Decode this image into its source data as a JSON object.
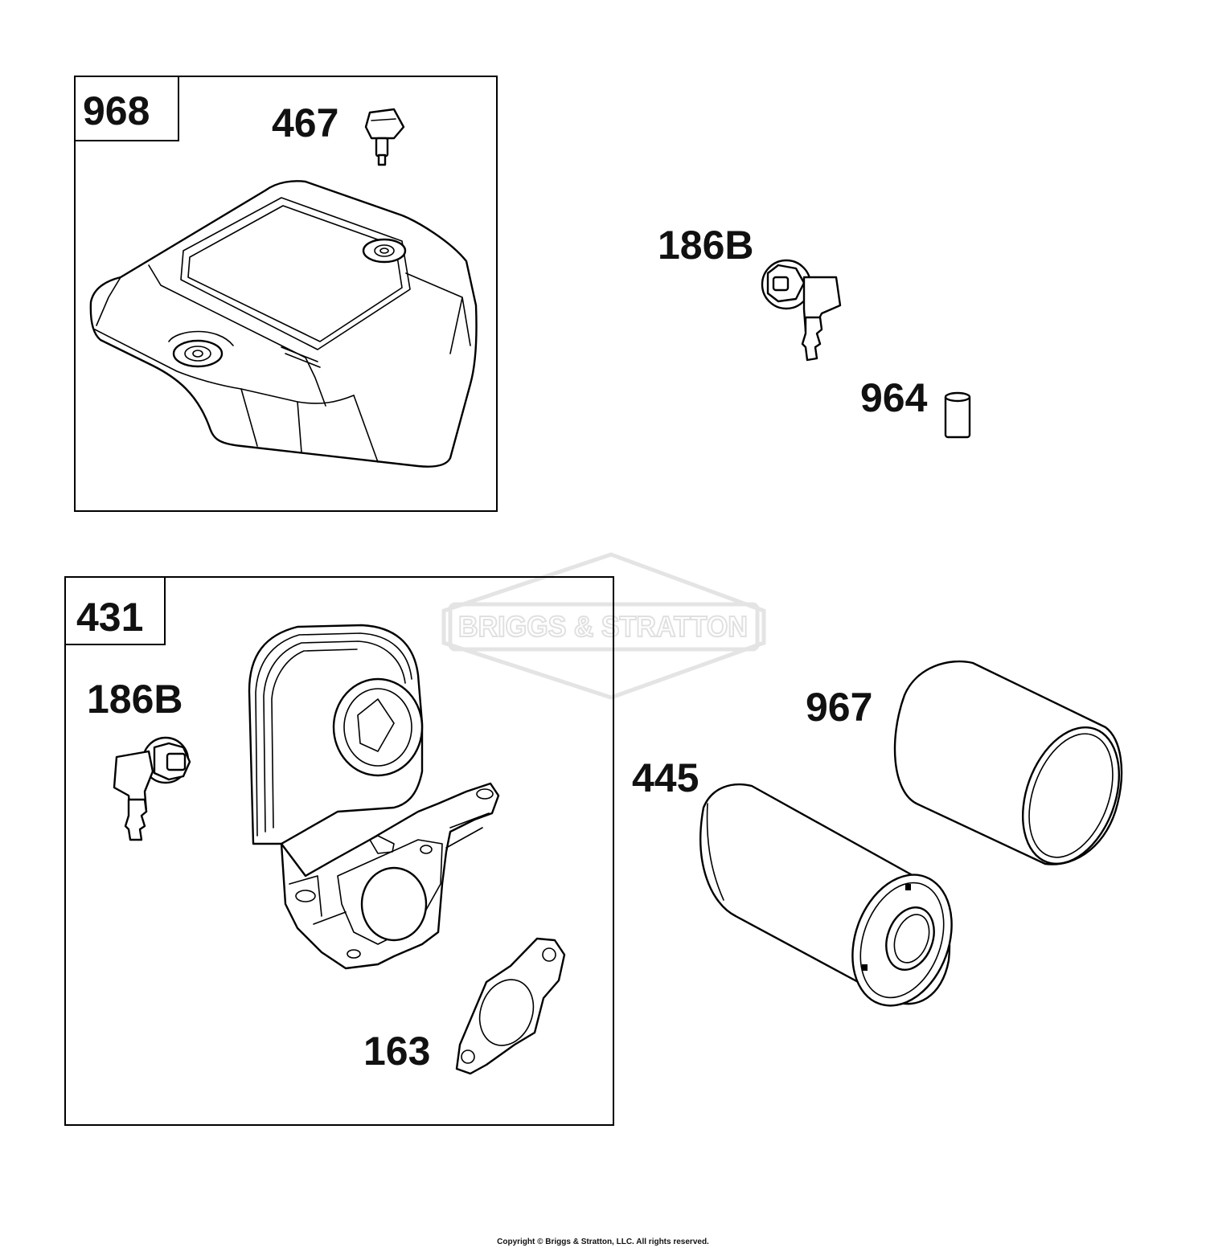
{
  "diagram": {
    "kits": [
      {
        "id": "kit-968",
        "label": "968"
      },
      {
        "id": "kit-431",
        "label": "431"
      }
    ],
    "parts": {
      "p467": "467",
      "p186b_top": "186B",
      "p964": "964",
      "p186b_kit": "186B",
      "p967": "967",
      "p445": "445",
      "p163": "163"
    },
    "watermark": {
      "text": "BRIGGS & STRATTON"
    },
    "copyright": "Copyright © Briggs & Stratton, LLC. All rights reserved."
  }
}
